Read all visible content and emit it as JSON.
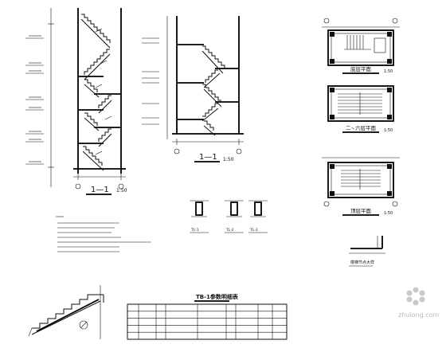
{
  "section_left": {
    "title": "1—1",
    "scale": "1:50"
  },
  "section_mid": {
    "title": "1—1",
    "scale": "1:50"
  },
  "plans": [
    {
      "title": "底层平面",
      "scale": "1:50"
    },
    {
      "title": "二~六层平面",
      "scale": "1:50"
    },
    {
      "title": "顶层平面",
      "scale": "1:50"
    }
  ],
  "beam_labels": [
    "TL-1",
    "TL-2",
    "TL-3"
  ],
  "detail_label": "楼梯节点大样",
  "table": {
    "title": "TB-1参数明细表",
    "rows": 4,
    "cols": 9
  },
  "watermark": "zhulong.com"
}
